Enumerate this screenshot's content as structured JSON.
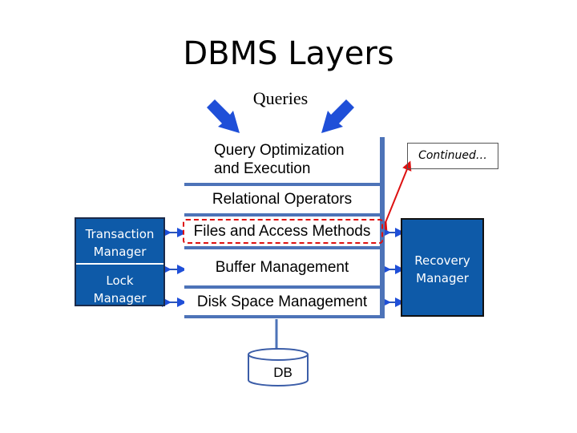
{
  "title": "DBMS Layers",
  "queries_label": "Queries",
  "layers": {
    "query_optimization": [
      "Query Optimization",
      "and Execution"
    ],
    "relational_operators": "Relational Operators",
    "files_access": "Files and Access Methods",
    "buffer_management": "Buffer Management",
    "disk_space": "Disk Space Management"
  },
  "side_boxes": {
    "transaction_manager": [
      "Transaction",
      "Manager"
    ],
    "lock_manager": [
      "Lock",
      "Manager"
    ],
    "recovery_manager": [
      "Recovery",
      "Manager"
    ]
  },
  "callout": "Continued…",
  "database": "DB",
  "colors": {
    "stack_border": "#4d73b8",
    "manager_fill": "#0e5aa8",
    "highlight": "#dd1111",
    "arrow": "#1f4fd8"
  }
}
